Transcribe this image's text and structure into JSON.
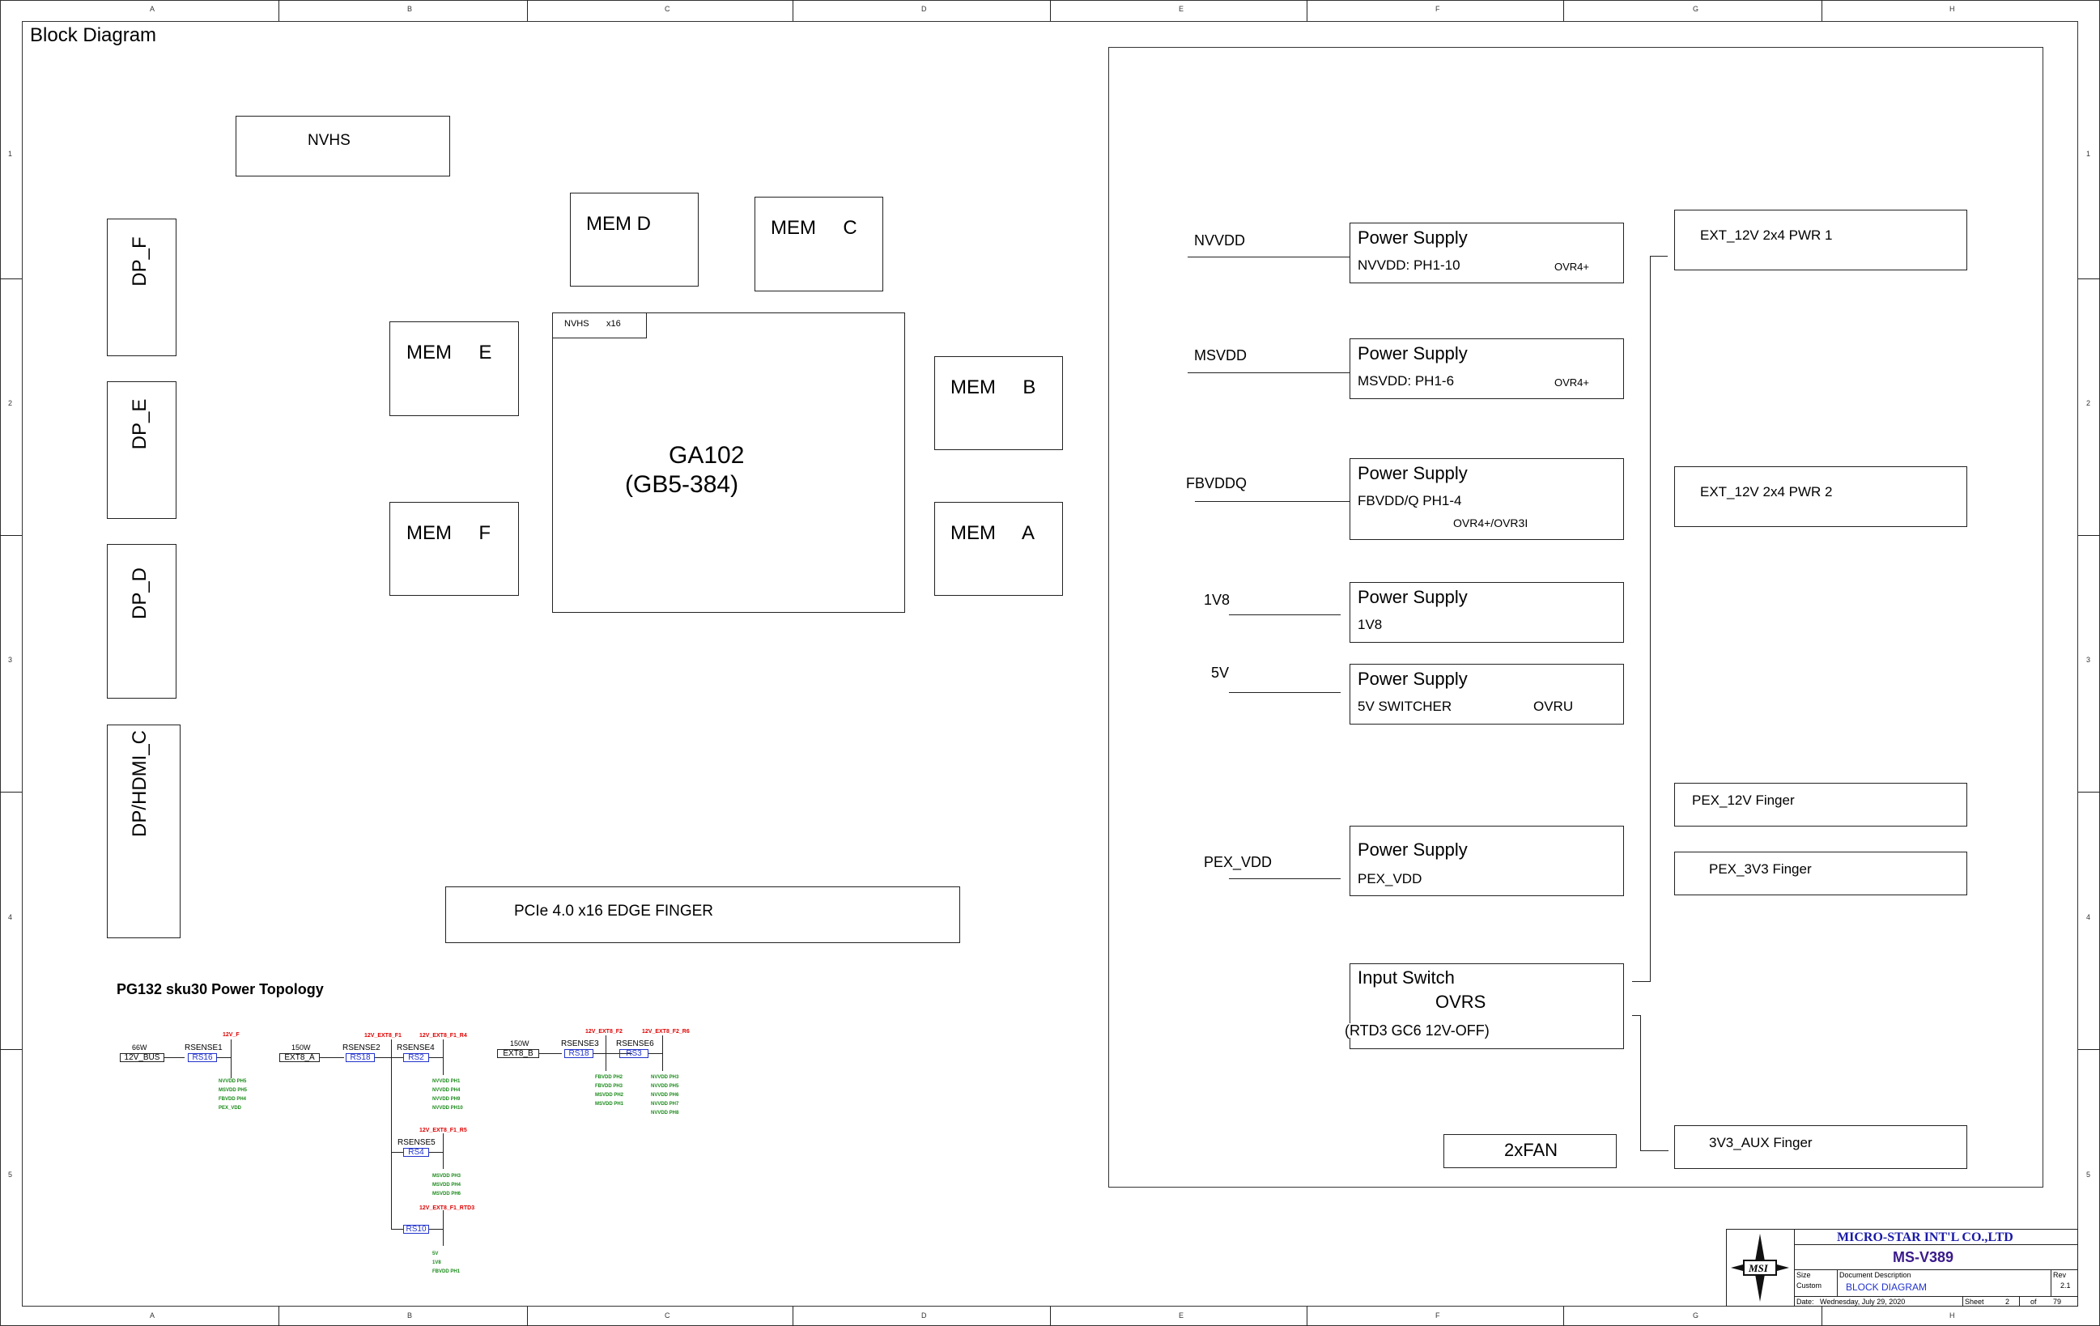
{
  "frame": {
    "columns": [
      "A",
      "B",
      "C",
      "D",
      "E",
      "F",
      "G",
      "H"
    ],
    "rows": [
      "1",
      "2",
      "3",
      "4",
      "5"
    ]
  },
  "title": "Block Diagram",
  "left": {
    "nvhs": "NVHS",
    "dp_f": "DP_F",
    "dp_e": "DP_E",
    "dp_d": "DP_D",
    "dp_hdmi_c": "DP/HDMI_C",
    "mem_d": "MEM D",
    "mem_c": "MEM     C",
    "mem_e": "MEM     E",
    "mem_f": "MEM     F",
    "mem_b": "MEM     B",
    "mem_a": "MEM     A",
    "gpu_tab": "NVHS       x16",
    "gpu_name": "GA102",
    "gpu_sub": "(GB5-384)",
    "pcie": "PCIe 4.0 x16 EDGE FINGER"
  },
  "power": {
    "rails": [
      {
        "net": "NVVDD",
        "title": "Power Supply",
        "sub": "NVVDD: PH1-10",
        "tag": "OVR4+"
      },
      {
        "net": "MSVDD",
        "title": "Power Supply",
        "sub": "MSVDD: PH1-6",
        "tag": "OVR4+"
      },
      {
        "net": "FBVDDQ",
        "title": "Power Supply",
        "sub": "FBVDD/Q PH1-4",
        "tag": "OVR4+/OVR3I"
      },
      {
        "net": "1V8",
        "title": "Power Supply",
        "sub": "1V8",
        "tag": ""
      },
      {
        "net": "5V",
        "title": "Power Supply",
        "sub": "5V SWITCHER",
        "tag": "OVRU"
      },
      {
        "net": "PEX_VDD",
        "title": "Power Supply",
        "sub": "PEX_VDD",
        "tag": ""
      }
    ],
    "input_switch": {
      "title": "Input Switch",
      "sub": "OVRS",
      "note": "(RTD3 GC6 12V-OFF)"
    },
    "fan": "2xFAN",
    "inputs": [
      "EXT_12V 2x4 PWR 1",
      "EXT_12V 2x4 PWR 2",
      "PEX_12V Finger",
      "PEX_3V3 Finger",
      "3V3_AUX Finger"
    ]
  },
  "topology": {
    "title": "PG132 sku30 Power Topology",
    "g1": {
      "watt": "66W",
      "bus": "12V_BUS",
      "rsense": "RSENSE1",
      "rs": "RS16",
      "rail": "12V_F",
      "loads": [
        "NVVDD PH5",
        "MSVDD PH5",
        "FBVDD PH4",
        "PEX_VDD"
      ]
    },
    "g2": {
      "watt": "150W",
      "bus": "EXT8_A",
      "rsense": "RSENSE2",
      "rs": "RS18",
      "rsense4": "RSENSE4",
      "rs2": "RS2",
      "rail_main": "12V_EXT8_F1",
      "rail_r4": "12V_EXT8_F1_R4",
      "loads_r4": [
        "NVVDD PH1",
        "NVVDD PH4",
        "NVVDD PH9",
        "NVVDD PH10"
      ],
      "rsense5": "RSENSE5",
      "rs4": "RS4",
      "rail_r5": "12V_EXT8_F1_R5",
      "loads_r5": [
        "MSVDD PH3",
        "MSVDD PH4",
        "MSVDD PH6"
      ],
      "rs10": "RS10",
      "rail_rtd3": "12V_EXT8_F1_RTD3",
      "loads_rtd3": [
        "5V",
        "1V8",
        "FBVDD PH1"
      ]
    },
    "g3": {
      "watt": "150W",
      "bus": "EXT8_B",
      "rsense3": "RSENSE3",
      "rs18": "RS18",
      "rail_f2": "12V_EXT8_F2",
      "loads_f2": [
        "FBVDD PH2",
        "FBVDD PH3",
        "MSVDD PH2",
        "MSVDD PH1"
      ],
      "rsense6": "RSENSE6",
      "rs3": "RS3",
      "rail_r6": "12V_EXT8_F2_R6",
      "loads_r6": [
        "NVVDD PH3",
        "NVVDD PH5",
        "NVVDD PH6",
        "NVVDD PH7",
        "NVVDD PH8"
      ]
    }
  },
  "titleblock": {
    "company": "MICRO-STAR INT'L CO.,LTD",
    "model": "MS-V389",
    "logo": "MSI",
    "size_label": "Size",
    "size_value": "Custom",
    "doc_label": "Document Description",
    "doc_value": "BLOCK DIAGRAM",
    "rev_label": "Rev",
    "rev_value": "2.1",
    "date_label": "Date:",
    "date_value": "Wednesday, July 29, 2020",
    "sheet_label": "Sheet",
    "sheet_value": "2",
    "of_label": "of",
    "of_value": "79"
  }
}
